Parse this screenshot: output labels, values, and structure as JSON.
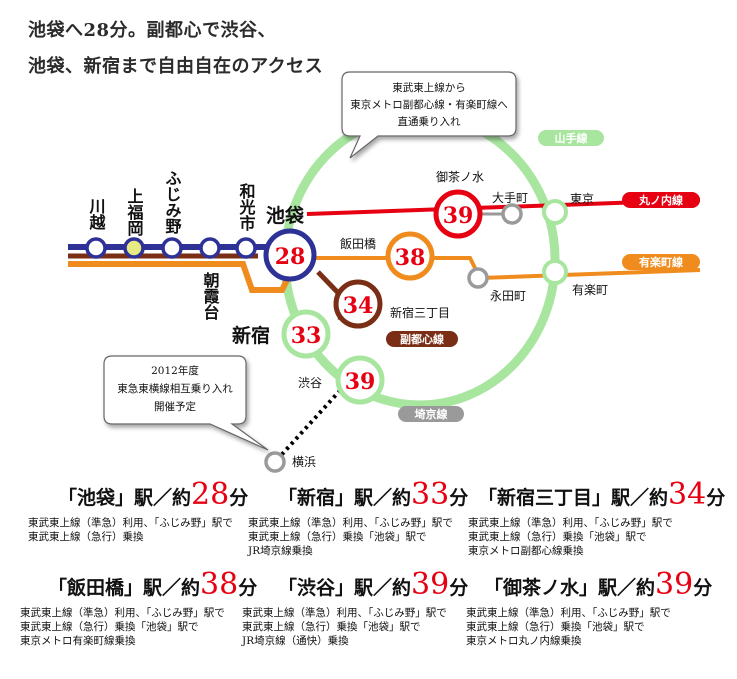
{
  "headline": {
    "line1": "池袋へ28分。副都心で渋谷、",
    "line2": "池袋、新宿まで自由自在のアクセス"
  },
  "callout_tobu": {
    "line1": "東武東上線から",
    "line2": "東京メトロ副都心線・有楽町線へ",
    "line3": "直通乗り入れ"
  },
  "callout_2012": {
    "line1": "2012年度",
    "line2": "東急東横線相互乗り入れ",
    "line3": "開催予定"
  },
  "lines": {
    "yamanote": "山手線",
    "marunouchi": "丸ノ内線",
    "yurakucho": "有楽町線",
    "fukutoshin": "副都心線",
    "saikyo": "埼京線"
  },
  "stations": {
    "kawagoe": "川越",
    "kamifukuoka": "上福岡",
    "fujimino": "ふじみ野",
    "asakadai": "朝霞台",
    "wakoshi": "和光市",
    "ikebukuro": "池袋",
    "shinjuku": "新宿",
    "shibuya": "渋谷",
    "yokohama": "横浜",
    "iidabashi": "飯田橋",
    "ochanomizu": "御茶ノ水",
    "otemachi": "大手町",
    "tokyo": "東京",
    "nagatacho": "永田町",
    "yurakucho_st": "有楽町",
    "shinjuku_sanchome": "新宿三丁目"
  },
  "badges": {
    "ikebukuro": "28",
    "iidabashi": "38",
    "ochanomizu": "39",
    "shinjuku_sanchome": "34",
    "shinjuku": "33",
    "shibuya": "39"
  },
  "colors": {
    "tobu_navy": "#2e3196",
    "tobu_orange": "#f08c1e",
    "fukutoshin": "#7b2e16",
    "marunouchi": "#e60012",
    "yurakucho": "#f08c1e",
    "yamanote": "#a8e6a0",
    "saikyo_tag": "#9a9a9a",
    "tokyu": "#000000"
  },
  "cards": [
    {
      "open": "「",
      "name": "池袋",
      "close": "」駅／約",
      "minutes": "28",
      "unit": "分",
      "desc": [
        "東武東上線（準急）利用、「ふじみ野」駅で",
        "東武東上線（急行）乗換"
      ]
    },
    {
      "open": "「",
      "name": "新宿",
      "close": "」駅／約",
      "minutes": "33",
      "unit": "分",
      "desc": [
        "東武東上線（準急）利用、「ふじみ野」駅で",
        "東武東上線（急行）乗換「池袋」駅で",
        "JR埼京線乗換"
      ]
    },
    {
      "open": "「",
      "name": "新宿三丁目",
      "close": "」駅／約",
      "minutes": "34",
      "unit": "分",
      "desc": [
        "東武東上線（準急）利用、「ふじみ野」駅で",
        "東武東上線（急行）乗換「池袋」駅で",
        "東京メトロ副都心線乗換"
      ]
    },
    {
      "open": "「",
      "name": "飯田橋",
      "close": "」駅／約",
      "minutes": "38",
      "unit": "分",
      "desc": [
        "東武東上線（準急）利用、「ふじみ野」駅で",
        "東武東上線（急行）乗換「池袋」駅で",
        "東京メトロ有楽町線乗換"
      ]
    },
    {
      "open": "「",
      "name": "渋谷",
      "close": "」駅／約",
      "minutes": "39",
      "unit": "分",
      "desc": [
        "東武東上線（準急）利用、「ふじみ野」駅で",
        "東武東上線（急行）乗換「池袋」駅で",
        "JR埼京線（通快）乗換"
      ]
    },
    {
      "open": "「",
      "name": "御茶ノ水",
      "close": "」駅／約",
      "minutes": "39",
      "unit": "分",
      "desc": [
        "東武東上線（準急）利用、「ふじみ野」駅で",
        "東武東上線（急行）乗換「池袋」駅で",
        "東京メトロ丸ノ内線乗換"
      ]
    }
  ]
}
